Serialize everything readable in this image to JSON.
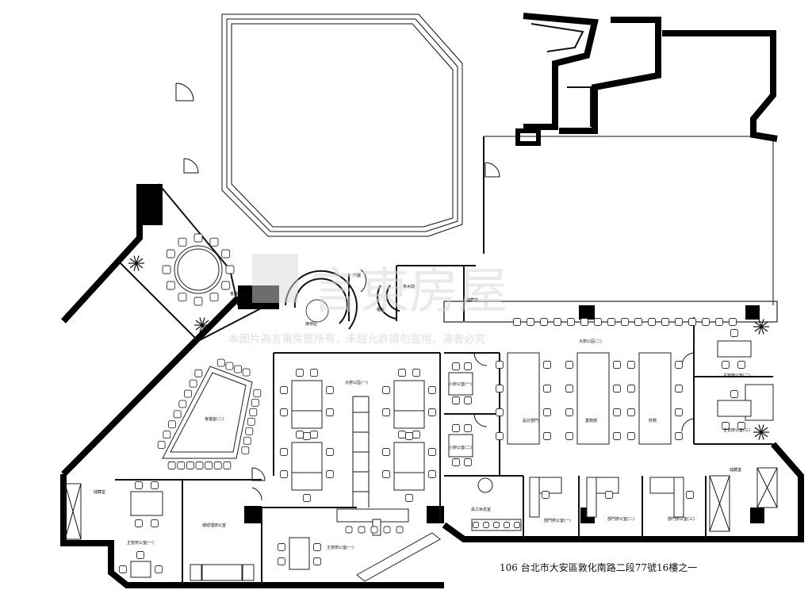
{
  "address": "106 台北市大安區敦化南路二段77號16樓之一",
  "watermark": {
    "brand": "言東房屋",
    "notice": "本圖片為言東房屋所有，未經允許請勿盜用，違者必究"
  },
  "rooms": {
    "meeting_room_1": "會議室(一)",
    "meeting_room_2": "會議室(二)",
    "reception": "接待區",
    "pantry": "茶水間",
    "big_office_1": "大辦公區(一)",
    "big_office_2": "大辦公區(二)",
    "small_office_1": "小辦公室(一)",
    "small_office_2": "小辦公室(二)",
    "design_dept": "設計部門",
    "sales_dept": "業務部",
    "finance": "財務",
    "exec_office_1": "主管辦公室(一)",
    "exec_office_2": "主管辦公室(二)",
    "exec_office_3": "主管辦公室(三)",
    "gm_office": "總經理辦公室",
    "storage": "儲藏室",
    "staff_lounge": "員工休息室",
    "dept_office_1": "部門辦公室(一)",
    "dept_office_2": "部門辦公室(二)",
    "dept_office_3": "部門辦公室(三)",
    "lobby": "門廳",
    "counter": "櫃台"
  }
}
